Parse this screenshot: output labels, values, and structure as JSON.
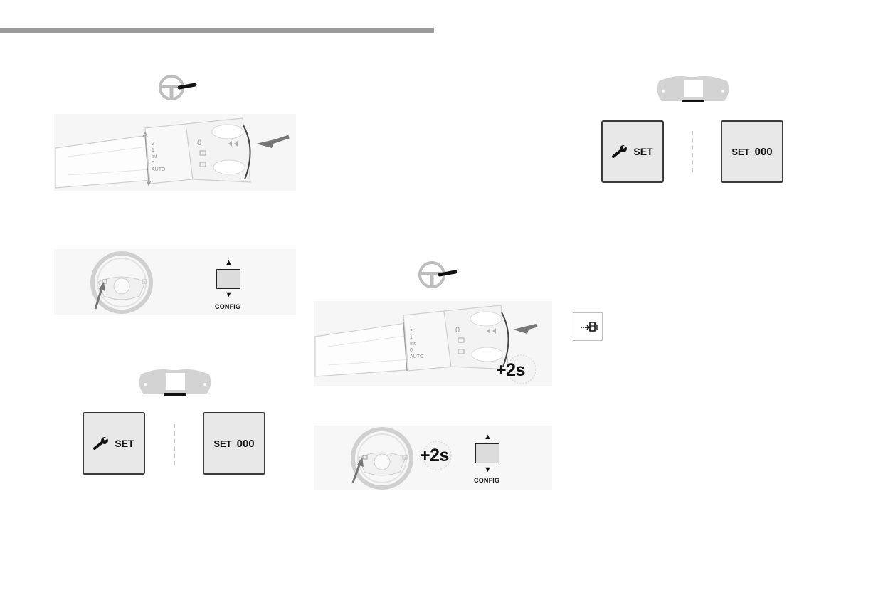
{
  "topbar": {
    "color": "#9a9a9a"
  },
  "stalk_figures": [
    {
      "markings": [
        "2",
        "1",
        "Int",
        "0",
        "AUTO"
      ],
      "ring_zero": "0",
      "badge": ""
    },
    {
      "markings": [
        "2",
        "1",
        "Int",
        "0",
        "AUTO"
      ],
      "ring_zero": "0",
      "badge": "+2s"
    }
  ],
  "wheel_figures": [
    {
      "badge": "",
      "config_label": "CONFIG",
      "arrow_up": "▲",
      "arrow_down": "▼"
    },
    {
      "badge": "+2s",
      "config_label": "CONFIG",
      "arrow_up": "▲",
      "arrow_down": "▼"
    }
  ],
  "display_panels": {
    "left": {
      "set_label": "SET",
      "value_label": "SET",
      "value": "000"
    },
    "right": {
      "set_label": "SET",
      "value_label": "SET",
      "value": "000"
    }
  },
  "icons": [
    "steering-wheel-icon",
    "instrument-cluster-icon",
    "wrench-icon",
    "fuel-door-icon",
    "timer-icon"
  ]
}
